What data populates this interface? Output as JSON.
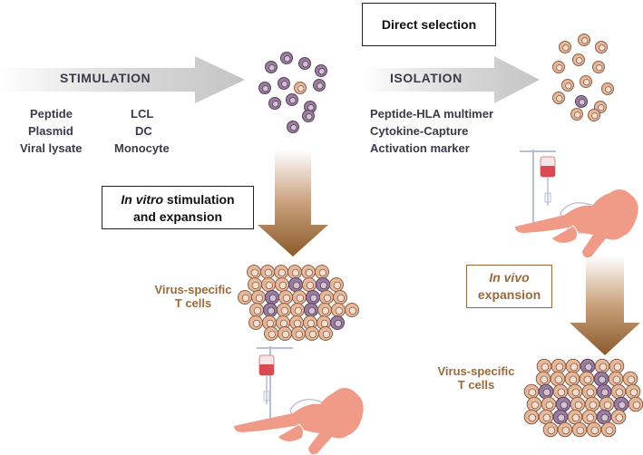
{
  "colors": {
    "tcell": "#e7b79a",
    "tcell_outline": "#8a6048",
    "virus_cell": "#9a7c9c",
    "virus_cell_outline": "#5a4060",
    "arrow_gray": "#cfcfcf",
    "arrow_brown": "#9a6a3a",
    "text_dark": "#3a3a4a",
    "text_gold": "#9a6a3a",
    "patient_skin": "#f09a88",
    "iv_bag": "#d94a55"
  },
  "left": {
    "arrow_label": "STIMULATION",
    "antigen_list": [
      "Peptide",
      "Plasmid",
      "Viral lysate"
    ],
    "apc_list": [
      "LCL",
      "DC",
      "Monocyte"
    ],
    "box_italic": "In vitro",
    "box_line1_rest": " stimulation",
    "box_line2": "and expansion",
    "result_line1": "Virus-specific",
    "result_line2": "T cells"
  },
  "right": {
    "title_box": "Direct selection",
    "arrow_label": "ISOLATION",
    "method_list": [
      "Peptide-HLA multimer",
      "Cytokine-Capture",
      "Activation marker"
    ],
    "box_italic": "In vivo",
    "box_line2": "expansion",
    "result_line1": "Virus-specific",
    "result_line2": "T cells"
  },
  "icons": {
    "patient": "patient-in-bed-icon",
    "iv_drip": "iv-drip-icon",
    "cell_cluster": "cell-cluster-icon"
  }
}
